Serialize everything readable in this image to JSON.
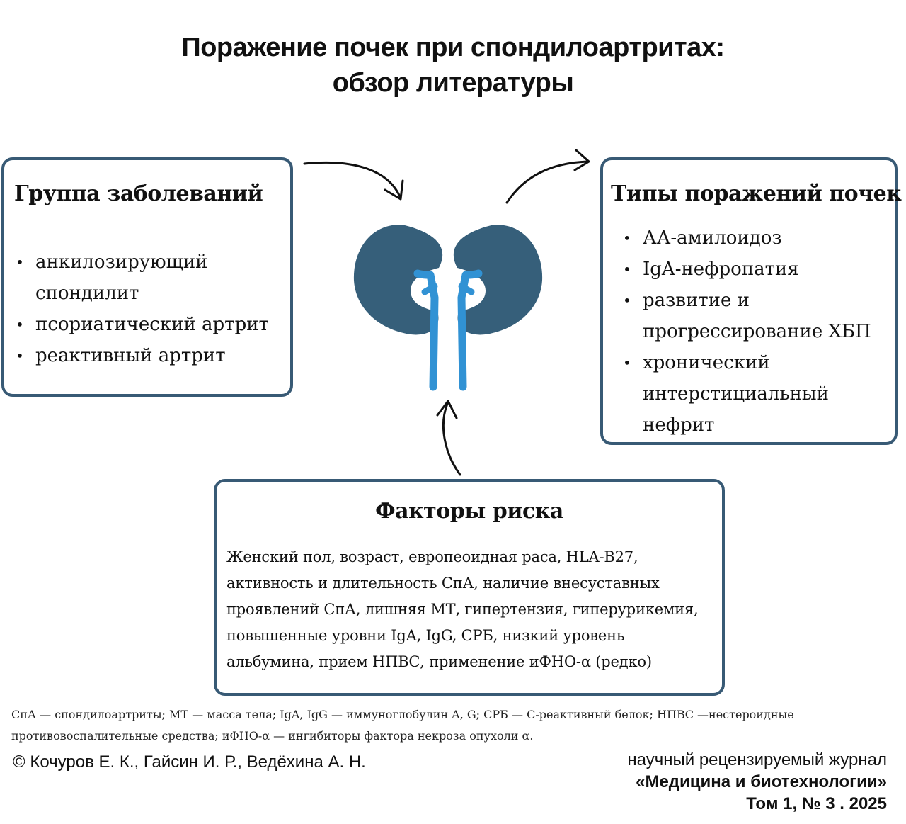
{
  "title": {
    "line1": "Поражение почек при спондилоартритах:",
    "line2": "обзор литературы"
  },
  "disease_group": {
    "heading": "Группа заболеваний",
    "items": [
      "анкилозирующий спондилит",
      "псориатический артрит",
      "реактивный артрит"
    ]
  },
  "kidney_damage": {
    "heading": "Типы поражений почек",
    "items": [
      "АА-амилоидоз",
      "IgA-нефропатия",
      "развитие и прогрессирование ХБП",
      "хронический интерстициальный нефрит"
    ]
  },
  "risk_factors": {
    "heading": "Факторы риска",
    "text": "Женский пол, возраст, европеоидная раса, HLA-B27, активность и длительность СпА, наличие внесуставных проявлений СпА, лишняя МТ, гипертензия, гиперурикемия, повышенные уровни IgA, IgG, СРБ, низкий уровень альбумина, прием НПВС, применение иФНО-α (редко)"
  },
  "abbreviations": "СпА — спондилоартриты; МТ — масса тела; IgA, IgG — иммуноглобулин A, G; СРБ — С-реактивный белок; НПВС —нестероидные противовоспалительные средства; иФНО-α — ингибиторы фактора некроза опухоли α.",
  "authors": "© Кочуров Е. К., Гайсин И. Р., Ведёхина А. Н.",
  "journal": {
    "line1": "научный рецензируемый журнал",
    "name": "«Медицина и биотехнологии»",
    "issue": "Том 1, № 3 . 2025"
  },
  "colors": {
    "box_border": "#385a75",
    "kidney": "#365f7a",
    "ureter": "#3192d4",
    "arrow": "#111111"
  },
  "icons": [
    "kidneys-icon",
    "arrow-icon"
  ]
}
